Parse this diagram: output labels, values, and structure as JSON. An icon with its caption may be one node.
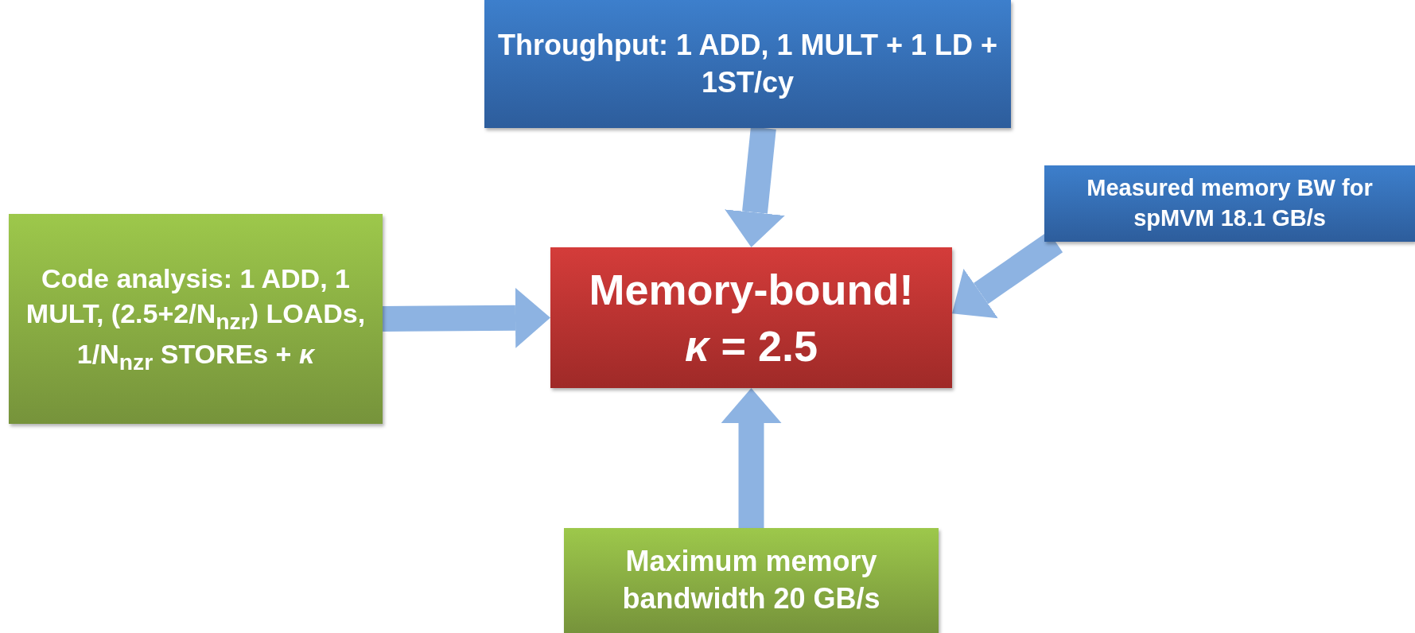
{
  "diagram": {
    "nodes": [
      {
        "text": [
          "Throughput: 1 ADD, 1 MULT + 1 LD + 1ST/cy"
        ]
      },
      {
        "text": [
          "Measured memory BW for spMVM 18.1 GB/s"
        ]
      },
      {
        "text": [
          "Code analysis: 1 ADD, 1 MULT, (2.5+2/N$_{nzr}$) LOADs, 1/N$_{nzr}$ STOREs + *κ*"
        ]
      },
      {
        "text": [
          "Memory-bound!",
          "*κ* = 2.5"
        ]
      },
      {
        "text": [
          "Maximum memory bandwidth 20 GB/s"
        ]
      }
    ],
    "edges": [
      {
        "from": 0,
        "to": 3,
        "arrow": "to"
      },
      {
        "from": 1,
        "to": 3,
        "arrow": "to"
      },
      {
        "from": 2,
        "to": 3,
        "arrow": "to"
      },
      {
        "from": 4,
        "to": 3,
        "arrow": "to"
      }
    ]
  }
}
